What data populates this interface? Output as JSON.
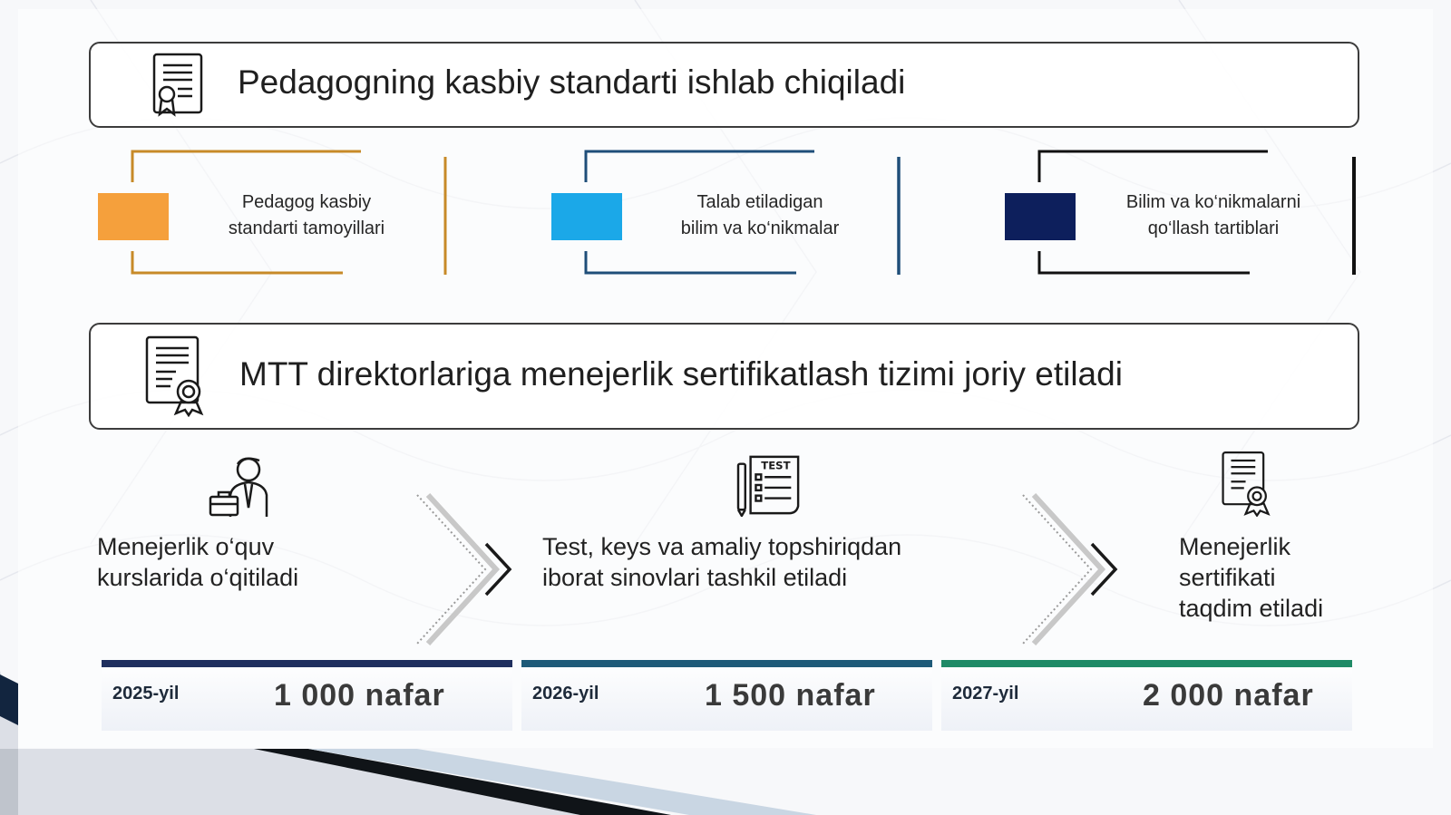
{
  "colors": {
    "orange": "#f5a03c",
    "light_blue": "#1ba8e8",
    "navy": "#0d1f5c",
    "frame_orange": "#c78a28",
    "frame_blue": "#1f4e79",
    "frame_black": "#111111",
    "bar_navy": "#1f2f5e",
    "bar_teal": "#1e5a78",
    "bar_green": "#1f8a66"
  },
  "banner_top": {
    "icon": "certificate-document-icon",
    "text": "Pedagogning kasbiy standarti ishlab chiqiladi"
  },
  "pillars": [
    {
      "line1": "Pedagog kasbiy",
      "line2": "standarti tamoyillari"
    },
    {
      "line1": "Talab etiladigan",
      "line2": "bilim va ko‘nikmalar"
    },
    {
      "line1": "Bilim va ko‘nikmalarni",
      "line2": "qo‘llash tartiblari"
    }
  ],
  "banner_mid": {
    "icon": "certificate-document-icon",
    "text": "MTT direktorlariga menejerlik sertifikatlash tizimi joriy etiladi"
  },
  "steps": [
    {
      "icon": "manager-briefcase-icon",
      "line1": "Menejerlik o‘quv",
      "line2": "kurslarida o‘qitiladi",
      "line3": ""
    },
    {
      "icon": "test-sheet-icon",
      "line1": "Test, keys va amaliy topshiriqdan",
      "line2": "iborat sinovlari tashkil etiladi",
      "line3": ""
    },
    {
      "icon": "certificate-document-icon",
      "line1": "Menejerlik",
      "line2": "sertifikati",
      "line3": "taqdim etiladi"
    }
  ],
  "timeline": [
    {
      "year": "2025-yil",
      "count": "1 000 nafar"
    },
    {
      "year": "2026-yil",
      "count": "1 500 nafar"
    },
    {
      "year": "2027-yil",
      "count": "2 000 nafar"
    }
  ]
}
